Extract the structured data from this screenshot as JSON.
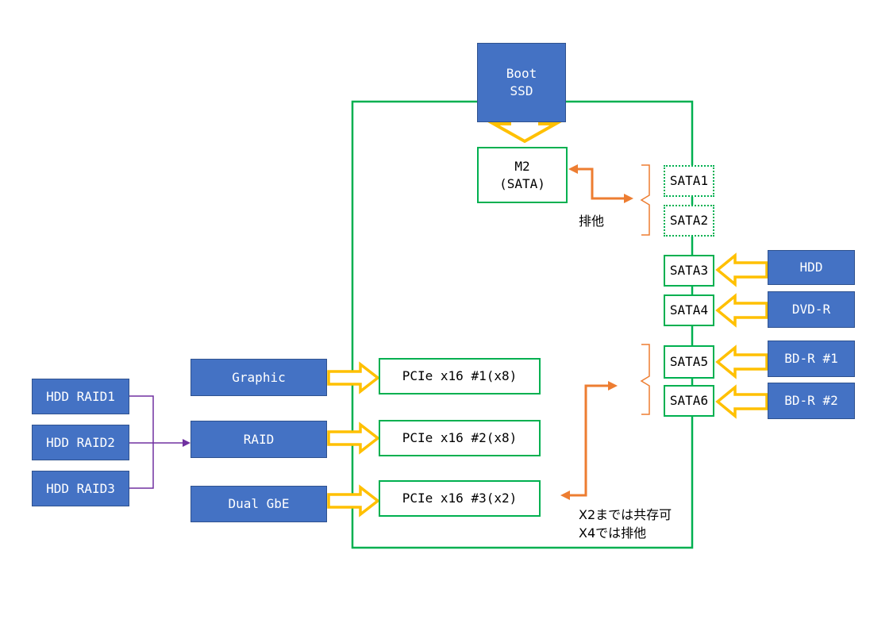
{
  "boot_ssd": {
    "line1": "Boot",
    "line2": "SSD"
  },
  "m2": {
    "line1": "M2",
    "line2": "(SATA)"
  },
  "sata_ports": [
    "SATA1",
    "SATA2",
    "SATA3",
    "SATA4",
    "SATA5",
    "SATA6"
  ],
  "sata_devices": [
    "HDD",
    "DVD-R",
    "BD-R #1",
    "BD-R #2"
  ],
  "pcie_slots": [
    "PCIe x16 #1(x8)",
    "PCIe x16 #2(x8)",
    "PCIe x16 #3(x2)"
  ],
  "cards": [
    "Graphic",
    "RAID",
    "Dual GbE"
  ],
  "raid_disks": [
    "HDD RAID1",
    "HDD RAID2",
    "HDD RAID3"
  ],
  "notes": {
    "exclusive": "排他",
    "pcie_note_line1": "X2までは共存可",
    "pcie_note_line2": "X4では排他"
  },
  "colors": {
    "board_outline": "#00b050",
    "device_fill": "#4472c4",
    "arrow_yellow": "#ffc000",
    "arrow_orange": "#ed7d31",
    "raid_line": "#7030a0"
  }
}
